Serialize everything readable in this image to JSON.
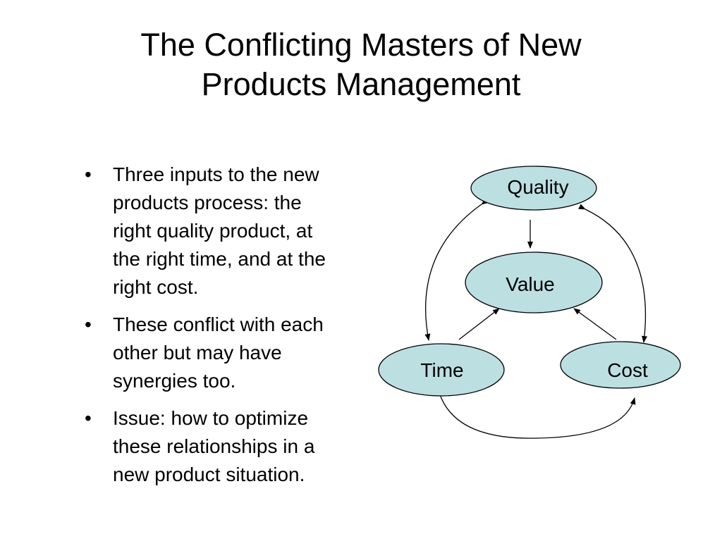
{
  "title": {
    "line1": "The Conflicting Masters of New",
    "line2": "Products Management"
  },
  "bullets": [
    {
      "lines": [
        "Three inputs to the new",
        "products process: the",
        "right quality product, at",
        "the right time, and at the",
        "right cost."
      ]
    },
    {
      "lines": [
        "These conflict with each",
        "other but may have",
        "synergies too."
      ]
    },
    {
      "lines": [
        "Issue: how to optimize",
        "these relationships in a",
        "new product situation."
      ]
    }
  ],
  "bullet_glyph": "•",
  "diagram": {
    "node_fill": "#bcdfe2",
    "node_stroke": "#000000",
    "nodes": {
      "quality": "Quality",
      "value": "Value",
      "time": "Time",
      "cost": "Cost"
    }
  }
}
